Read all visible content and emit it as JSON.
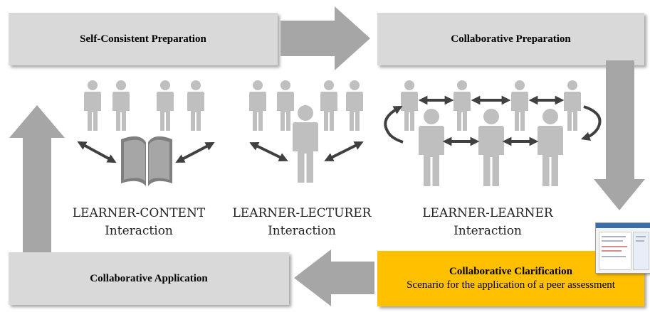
{
  "boxes": {
    "self_consistent": "Self-Consistent Preparation",
    "collaborative_prep": "Collaborative Preparation",
    "collaborative_app": "Collaborative Application",
    "clarification_title": "Collaborative Clarification",
    "clarification_subtitle": "Scenario for the application of a peer assessment"
  },
  "interactions": [
    {
      "line1": "LEARNER-CONTENT",
      "line2": "Interaction"
    },
    {
      "line1": "LEARNER-LECTURER",
      "line2": "Interaction"
    },
    {
      "line1": "LEARNER-LEARNER",
      "line2": "Interaction"
    }
  ],
  "icons": [
    "person-icon",
    "book-icon",
    "double-arrow-icon",
    "circular-arrow-icon",
    "flow-arrow-icon",
    "screenshot-thumbnail"
  ],
  "colors": {
    "box_gray": "#d9d9d9",
    "highlight": "#ffc000",
    "figure_gray": "#bfbfbf",
    "arrow_gray": "#a6a6a6",
    "dark_arrow": "#404040"
  }
}
